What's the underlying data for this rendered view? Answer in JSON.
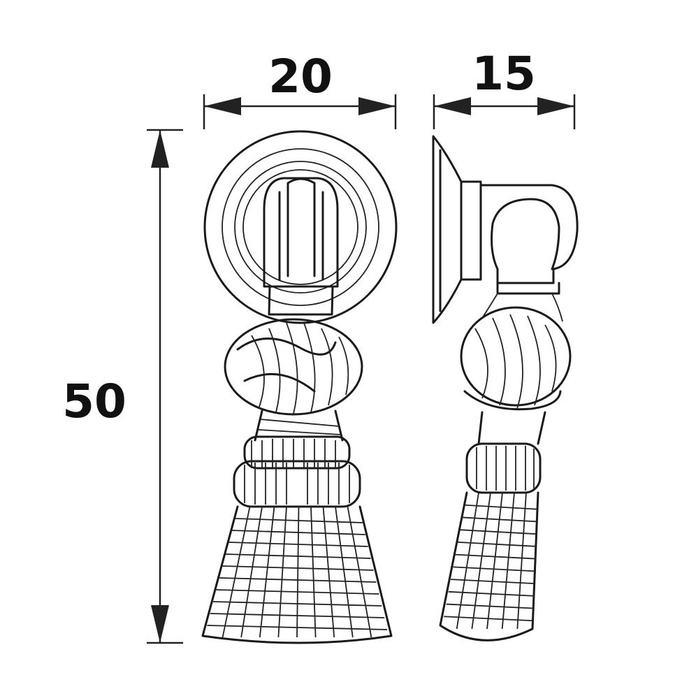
{
  "dimensions": {
    "front_width": "20",
    "side_depth": "15",
    "height": "50"
  },
  "colors": {
    "line": "#1a1a1a",
    "background": "#ffffff"
  }
}
